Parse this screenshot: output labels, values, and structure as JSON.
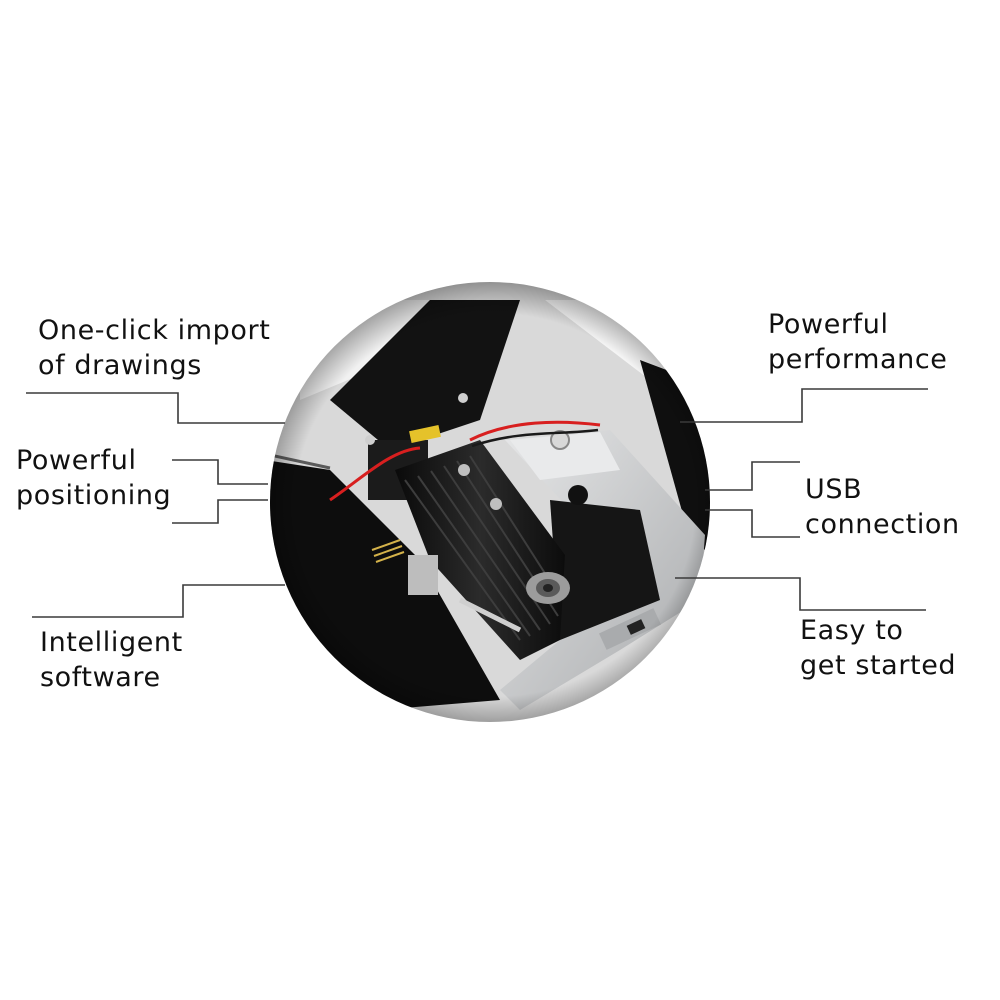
{
  "callouts": {
    "import": {
      "line1": "One-click import",
      "line2": "of drawings"
    },
    "position": {
      "line1": "Powerful",
      "line2": "positioning"
    },
    "software": {
      "line1": "Intelligent",
      "line2": "software"
    },
    "perf": {
      "line1": "Powerful",
      "line2": "performance"
    },
    "usb": {
      "line1": "USB",
      "line2": "connection"
    },
    "easy": {
      "line1": "Easy to",
      "line2": "get started"
    }
  },
  "colors": {
    "text": "#111111",
    "leader_line": "#3a3a3a",
    "body_black": "#0d0d0d",
    "heatsink": "#1a1a1a",
    "frame_silver": "#c9cbcd",
    "wire_red": "#d81f1f",
    "background": "#ffffff"
  }
}
